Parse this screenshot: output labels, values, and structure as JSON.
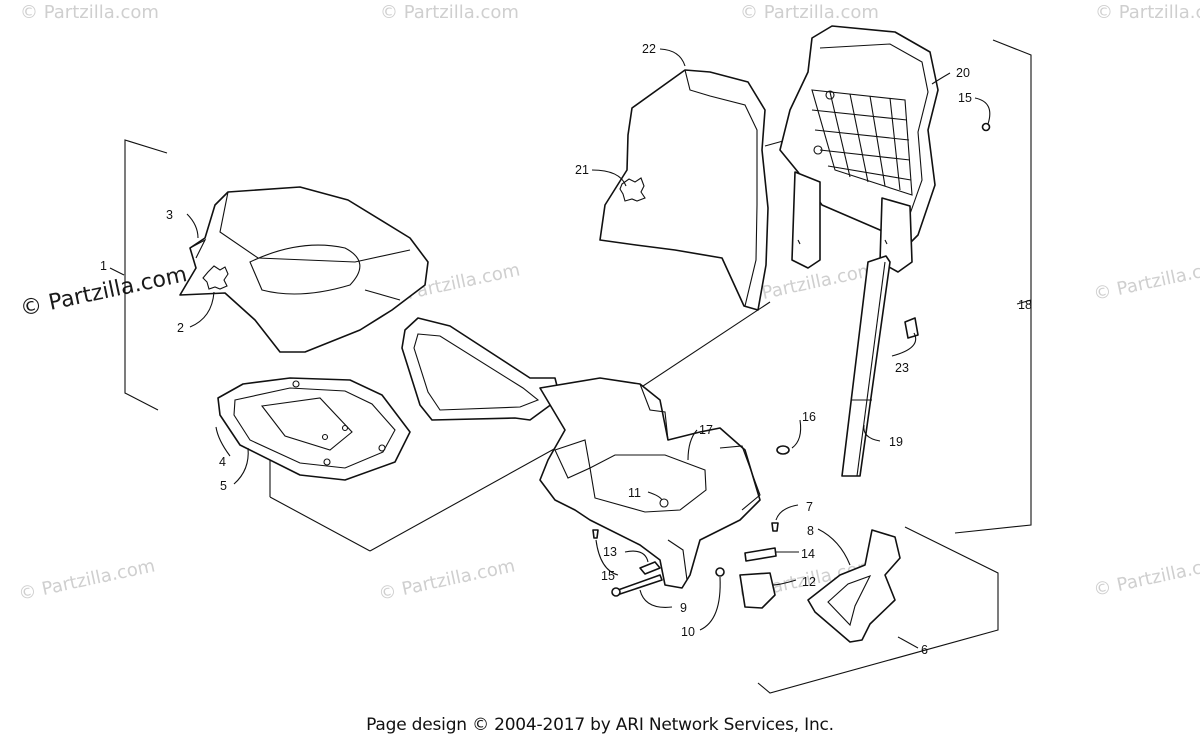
{
  "watermarks": {
    "text": "© Partzilla.com",
    "strong_text": "© Partzilla.com",
    "strong_color": "#1a1a1a",
    "light_color": "#cfcfcf"
  },
  "callouts": [
    {
      "id": "c1",
      "label": "1"
    },
    {
      "id": "c2",
      "label": "2"
    },
    {
      "id": "c3",
      "label": "3"
    },
    {
      "id": "c4",
      "label": "4"
    },
    {
      "id": "c5",
      "label": "5"
    },
    {
      "id": "c6",
      "label": "6"
    },
    {
      "id": "c7",
      "label": "7"
    },
    {
      "id": "c8",
      "label": "8"
    },
    {
      "id": "c9",
      "label": "9"
    },
    {
      "id": "c10",
      "label": "10"
    },
    {
      "id": "c11",
      "label": "11"
    },
    {
      "id": "c12",
      "label": "12"
    },
    {
      "id": "c13",
      "label": "13"
    },
    {
      "id": "c14",
      "label": "14"
    },
    {
      "id": "c15a",
      "label": "15"
    },
    {
      "id": "c15b",
      "label": "15"
    },
    {
      "id": "c16",
      "label": "16"
    },
    {
      "id": "c17",
      "label": "17"
    },
    {
      "id": "c18",
      "label": "18"
    },
    {
      "id": "c19",
      "label": "19"
    },
    {
      "id": "c20",
      "label": "20"
    },
    {
      "id": "c21",
      "label": "21"
    },
    {
      "id": "c22",
      "label": "22"
    },
    {
      "id": "c23",
      "label": "23"
    }
  ],
  "footer": {
    "text": "Page design © 2004-2017 by ARI Network Services, Inc."
  }
}
